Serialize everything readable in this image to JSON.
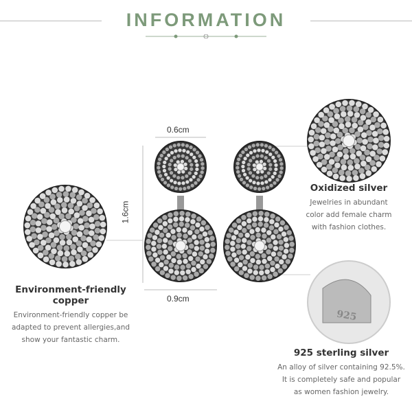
{
  "header": {
    "title": "INFORMATION",
    "accent": "#7d9a7a"
  },
  "dimensions": {
    "top_width": "0.6cm",
    "height": "1.6cm",
    "bottom_width": "0.9cm"
  },
  "features": [
    {
      "title": "Oxidized silver",
      "lines": [
        "Jewelries in abundant",
        "color add female charm",
        "with fashion clothes."
      ]
    },
    {
      "title": "Environment-friendly copper",
      "lines": [
        "Environment-friendly copper be",
        "adapted to prevent allergies,and",
        "show your fantastic charm."
      ]
    },
    {
      "title": "925 sterling silver",
      "lines": [
        "An alloy of silver containing 92.5%.",
        "It is completely safe and popular",
        "as women fashion jewelry."
      ]
    }
  ],
  "stamp": "925"
}
